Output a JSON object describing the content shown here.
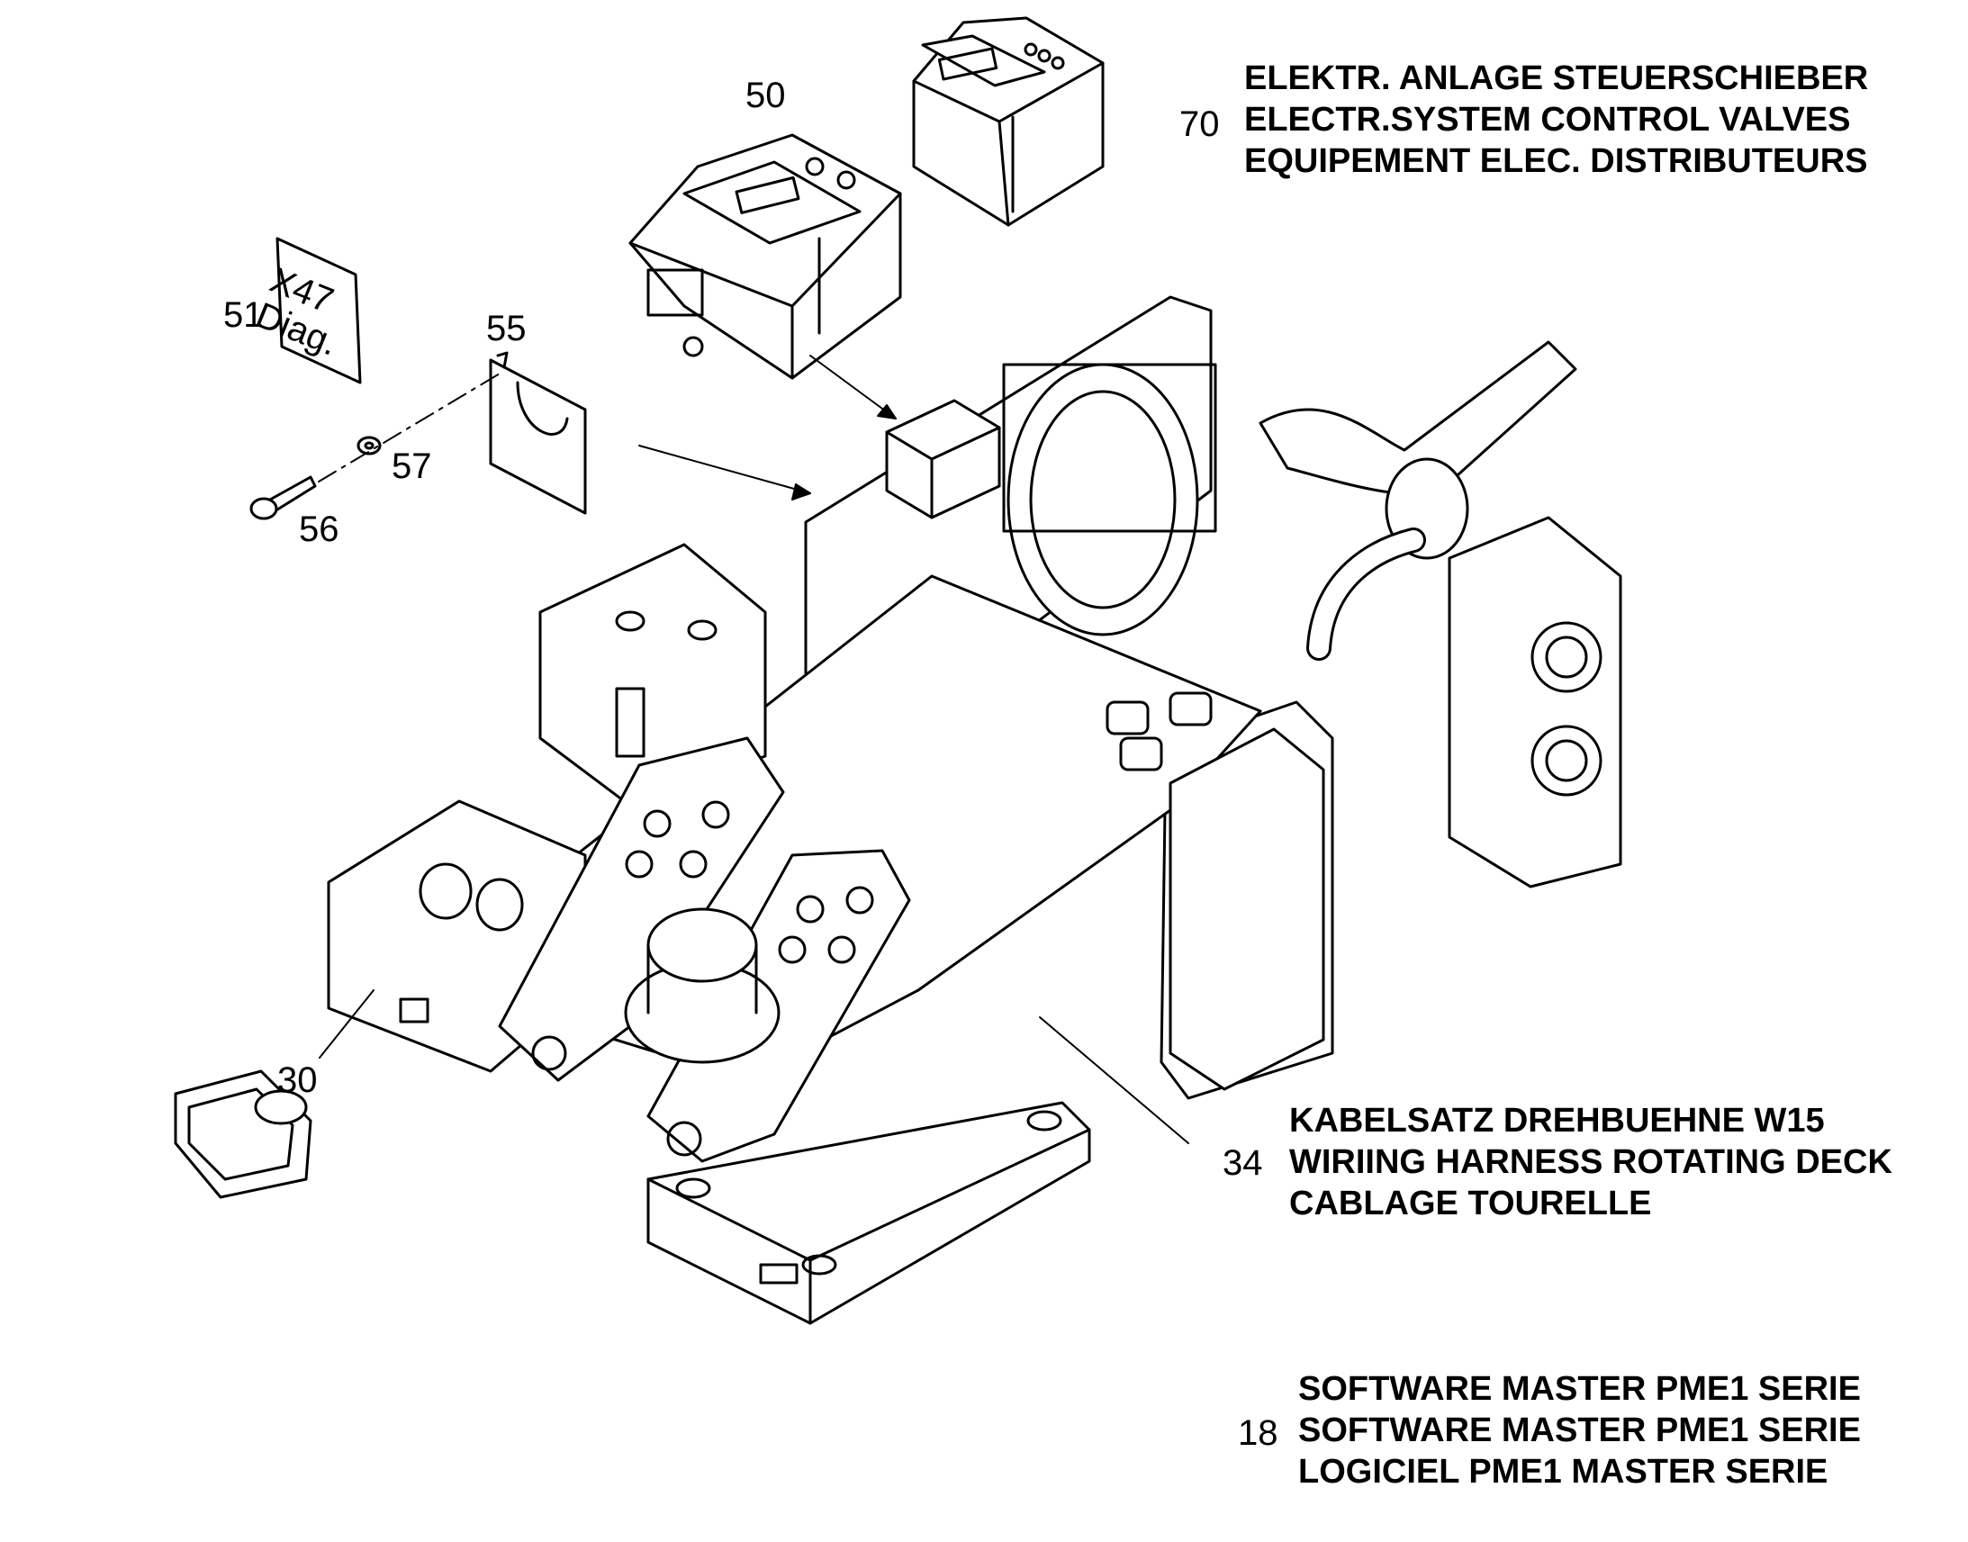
{
  "callouts": {
    "c50": "50",
    "c70": "70",
    "c51": "51",
    "c55": "55",
    "c57": "57",
    "c56": "56",
    "c30": "30",
    "c34": "34",
    "c18": "18"
  },
  "label_x47": {
    "line1": "X47",
    "line2": "Diag."
  },
  "descriptions": {
    "d70": [
      "ELEKTR. ANLAGE STEUERSCHIEBER",
      "ELECTR.SYSTEM CONTROL VALVES",
      "EQUIPEMENT ELEC. DISTRIBUTEURS"
    ],
    "d34": [
      "KABELSATZ DREHBUEHNE W15",
      "WIRIING HARNESS ROTATING DECK",
      "CABLAGE TOURELLE"
    ],
    "d18": [
      "SOFTWARE MASTER PME1 SERIE",
      "SOFTWARE MASTER PME1 SERIE",
      "LOGICIEL PME1 MASTER SERIE"
    ]
  }
}
